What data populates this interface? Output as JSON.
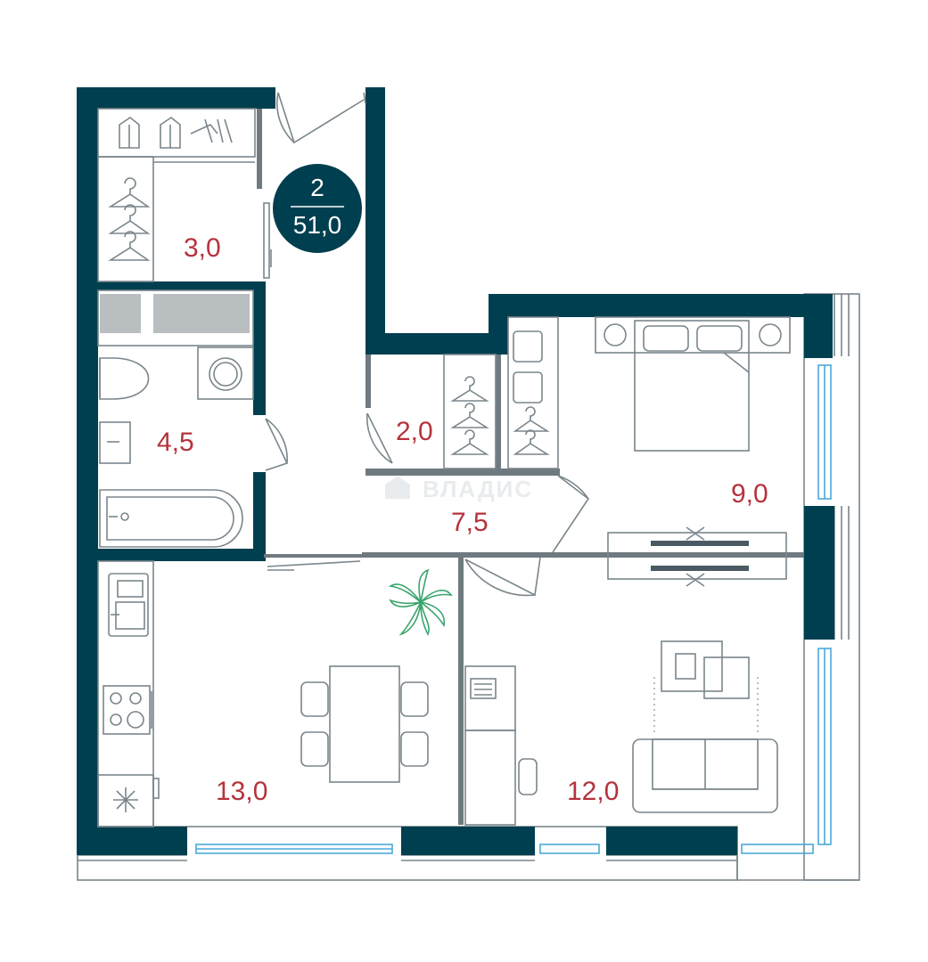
{
  "badge": {
    "rooms": "2",
    "area": "51,0",
    "color": "#003f4f"
  },
  "watermark": {
    "text": "ВЛАДИС"
  },
  "colors": {
    "wall": "#003f4f",
    "label": "#b5323c",
    "window": "#4aa8d8",
    "plant": "#3aa56e"
  },
  "rooms": [
    {
      "id": "wardrobe-entry",
      "area": "3,0"
    },
    {
      "id": "bathroom",
      "area": "4,5"
    },
    {
      "id": "closet",
      "area": "2,0"
    },
    {
      "id": "hallway",
      "area": "7,5"
    },
    {
      "id": "bedroom",
      "area": "9,0"
    },
    {
      "id": "kitchen-dining",
      "area": "13,0"
    },
    {
      "id": "living-room",
      "area": "12,0"
    }
  ],
  "icons": [
    "hanger-icon",
    "jacket-icon",
    "washing-machine-icon",
    "toilet-icon",
    "sink-icon",
    "bathtub-icon",
    "bed-icon",
    "sofa-icon",
    "table-icon",
    "chair-icon",
    "stove-icon",
    "fridge-icon",
    "plant-icon",
    "desk-icon"
  ]
}
